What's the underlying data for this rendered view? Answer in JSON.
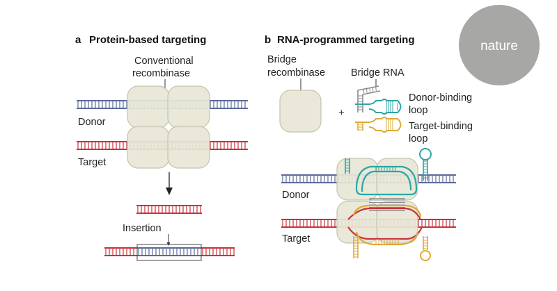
{
  "badge": {
    "text": "nature",
    "color": "#a7a7a5"
  },
  "panel_a": {
    "letter": "a",
    "title": "Protein-based targeting",
    "recombinase_label_1": "Conventional",
    "recombinase_label_2": "recombinase",
    "donor_label": "Donor",
    "target_label": "Target",
    "insertion_label": "Insertion"
  },
  "panel_b": {
    "letter": "b",
    "title": "RNA-programmed targeting",
    "bridge_recombinase_1": "Bridge",
    "bridge_recombinase_2": "recombinase",
    "bridge_rna": "Bridge RNA",
    "plus": "+",
    "donor_loop_1": "Donor-binding",
    "donor_loop_2": "loop",
    "target_loop_1": "Target-binding",
    "target_loop_2": "loop",
    "donor_label": "Donor",
    "target_label": "Target"
  },
  "colors": {
    "donor_dna": "#5b6a9a",
    "target_dna": "#c8323a",
    "donor_loop": "#2aa7a4",
    "target_loop": "#dfa935",
    "protein_fill": "#e7e6d6",
    "protein_stroke": "#c5c4ad",
    "rna_grey": "#8a8a8a"
  }
}
